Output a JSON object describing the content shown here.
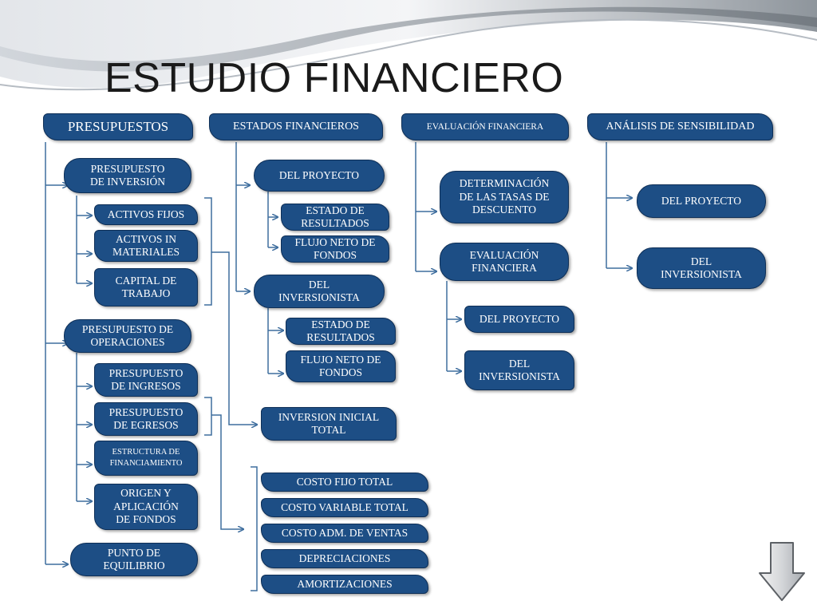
{
  "slide": {
    "title": "ESTUDIO FINANCIERO"
  },
  "columns": {
    "presupuestos": {
      "header": "PRESUPUESTOS",
      "inversion": "PRESUPUESTO\nDE INVERSIÓN",
      "activos_fijos": "ACTIVOS FIJOS",
      "activos_inmateriales": "ACTIVOS IN\nMATERIALES",
      "capital_trabajo": "CAPITAL DE\nTRABAJO",
      "operaciones": "PRESUPUESTO DE\nOPERACIONES",
      "ingresos": "PRESUPUESTO\nDE INGRESOS",
      "egresos": "PRESUPUESTO\nDE EGRESOS",
      "estructura": "ESTRUCTURA DE\nFINANCIAMIENTO",
      "origen": "ORIGEN Y\nAPLICACIÓN\nDE FONDOS",
      "punto_equilibrio": "PUNTO DE\nEQUILIBRIO"
    },
    "estados": {
      "header": "ESTADOS FINANCIEROS",
      "del_proyecto": "DEL PROYECTO",
      "estado_resultados_1": "ESTADO DE\nRESULTADOS",
      "flujo_neto_1": "FLUJO NETO DE\nFONDOS",
      "del_inversionista": "DEL\nINVERSIONISTA",
      "estado_resultados_2": "ESTADO DE\nRESULTADOS",
      "flujo_neto_2": "FLUJO NETO DE\nFONDOS",
      "inversion_inicial": "INVERSION INICIAL\nTOTAL",
      "costo_fijo": "COSTO FIJO TOTAL",
      "costo_variable": "COSTO VARIABLE TOTAL",
      "costo_adm": "COSTO ADM.  DE VENTAS",
      "depreciaciones": "DEPRECIACIONES",
      "amortizaciones": "AMORTIZACIONES"
    },
    "evaluacion": {
      "header": "EVALUACIÓN FINANCIERA",
      "tasas": "DETERMINACIÓN\nDE LAS TASAS DE\nDESCUENTO",
      "evaluacion_financiera": "EVALUACIÓN\nFINANCIERA",
      "del_proyecto": "DEL PROYECTO",
      "del_inversionista": "DEL\nINVERSIONISTA"
    },
    "sensibilidad": {
      "header": "ANÁLISIS DE SENSIBILIDAD",
      "del_proyecto": "DEL PROYECTO",
      "del_inversionista": "DEL\nINVERSIONISTA"
    }
  },
  "colors": {
    "node_fill": "#1d4e85",
    "node_text": "#ffffff",
    "connector": "#3f6e9e",
    "background_swoosh": "#c9cfd5"
  },
  "icons": {
    "next": "down-arrow-icon"
  }
}
